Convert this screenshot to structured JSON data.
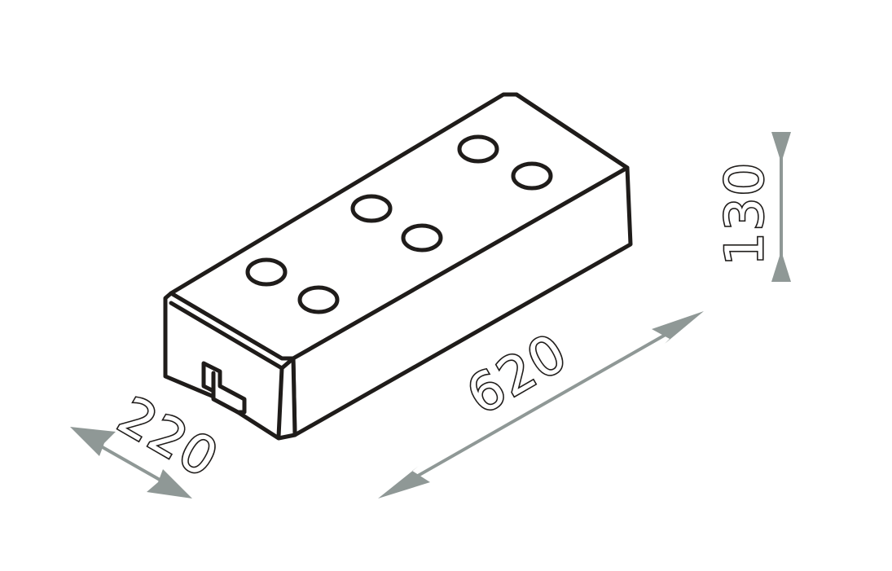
{
  "dimensions": {
    "length": "620",
    "width": "220",
    "height": "130"
  },
  "colors": {
    "outline": "#1f1c1a",
    "dimension": "#8f9896",
    "background": "#ffffff"
  },
  "holes_count": 6
}
